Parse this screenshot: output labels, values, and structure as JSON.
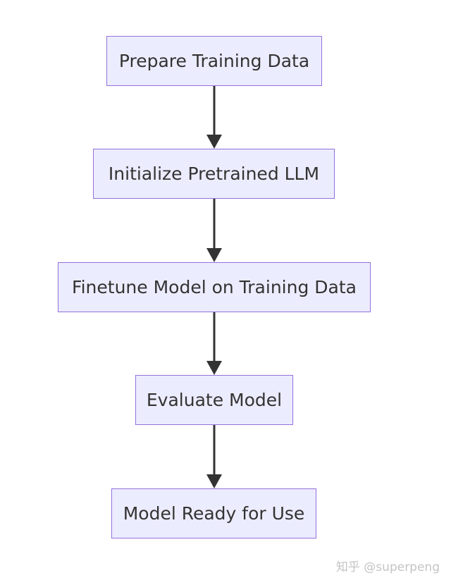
{
  "diagram": {
    "nodes": [
      {
        "id": "n1",
        "label": "Prepare Training Data"
      },
      {
        "id": "n2",
        "label": "Initialize Pretrained LLM"
      },
      {
        "id": "n3",
        "label": "Finetune Model on Training Data"
      },
      {
        "id": "n4",
        "label": "Evaluate Model"
      },
      {
        "id": "n5",
        "label": "Model Ready for Use"
      }
    ],
    "edges": [
      {
        "from": "n1",
        "to": "n2"
      },
      {
        "from": "n2",
        "to": "n3"
      },
      {
        "from": "n3",
        "to": "n4"
      },
      {
        "from": "n4",
        "to": "n5"
      }
    ],
    "colors": {
      "node_fill": "#ECECFF",
      "node_border": "#9370DB",
      "text": "#333333",
      "edge": "#333333"
    }
  },
  "watermark": {
    "text": "知乎 @superpeng"
  }
}
